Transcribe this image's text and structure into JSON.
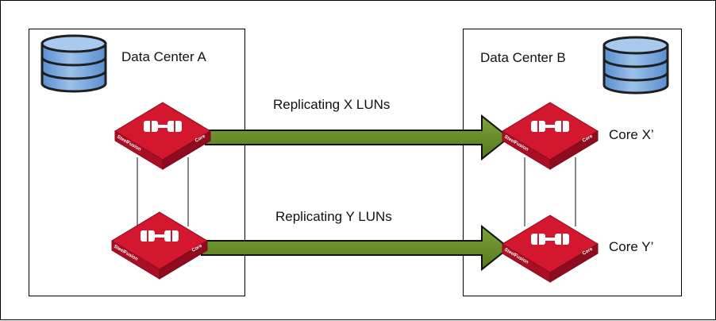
{
  "datacenters": {
    "a": {
      "title": "Data Center A"
    },
    "b": {
      "title": "Data Center B"
    }
  },
  "links": {
    "x": {
      "label": "Replicating X LUNs"
    },
    "y": {
      "label": "Replicating Y LUNs"
    }
  },
  "cores": {
    "x_prime": {
      "label": "Core X’"
    },
    "y_prime": {
      "label": "Core Y’"
    }
  },
  "appliance": {
    "brand": "SteelFusion",
    "role": "Core"
  },
  "colors": {
    "database_blue": "#7aa8db",
    "database_outline": "#222222",
    "appliance_red": "#c8102e",
    "appliance_dark": "#8e0b20",
    "arrow_green": "#6b8e23",
    "arrow_outline": "#111111"
  },
  "icons": [
    "database-icon",
    "steelfusion-core-appliance-icon",
    "arrow-icon"
  ]
}
